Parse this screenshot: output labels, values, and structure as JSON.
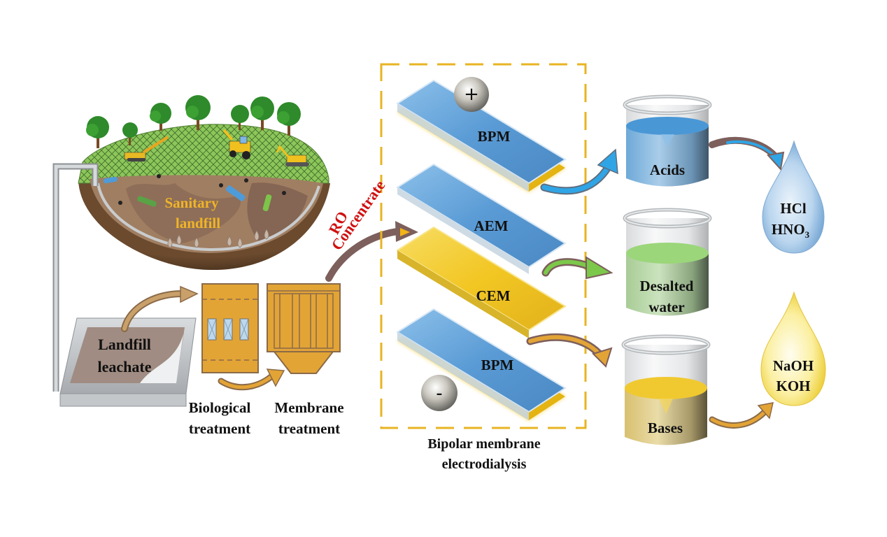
{
  "title": "Landfill leachate RO concentrate treatment by bipolar membrane electrodialysis",
  "colors": {
    "orange": "#E3A436",
    "orange_stroke": "#8A5A3A",
    "arrow_brown": "#7D5F5C",
    "dashed_box": "#E8B423",
    "blue_membrane": "#5A9BD5",
    "yellow_membrane": "#F2C418",
    "acid_blue": "#4A97D6",
    "water_green": "#9BD67A",
    "base_yellow": "#F0C930",
    "ro_text": "#D01010",
    "landfill_label": "#F0B428"
  },
  "landfill": {
    "label_line1": "Sanitary",
    "label_line2": "landfill"
  },
  "leachate": {
    "label_line1": "Landfill",
    "label_line2": "leachate"
  },
  "biological": {
    "label_line1": "Biological",
    "label_line2": "treatment"
  },
  "membrane_treatment": {
    "label_line1": "Membrane",
    "label_line2": "treatment"
  },
  "ro": {
    "line1": "RO",
    "line2": "Concentrate"
  },
  "bmed": {
    "caption_line1": "Bipolar membrane",
    "caption_line2": "electrodialysis",
    "anode_symbol": "+",
    "cathode_symbol": "-",
    "membranes": [
      {
        "label": "BPM",
        "type": "bipolar"
      },
      {
        "label": "AEM",
        "type": "anion"
      },
      {
        "label": "CEM",
        "type": "cation"
      },
      {
        "label": "BPM",
        "type": "bipolar"
      }
    ]
  },
  "products": {
    "acids": {
      "label": "Acids"
    },
    "water": {
      "label_line1": "Desalted",
      "label_line2": "water"
    },
    "bases": {
      "label": "Bases"
    }
  },
  "drops": {
    "acid": {
      "line1": "HCl",
      "line2_main": "HNO",
      "line2_sub": "3"
    },
    "base": {
      "line1": "NaOH",
      "line2": "KOH"
    }
  }
}
